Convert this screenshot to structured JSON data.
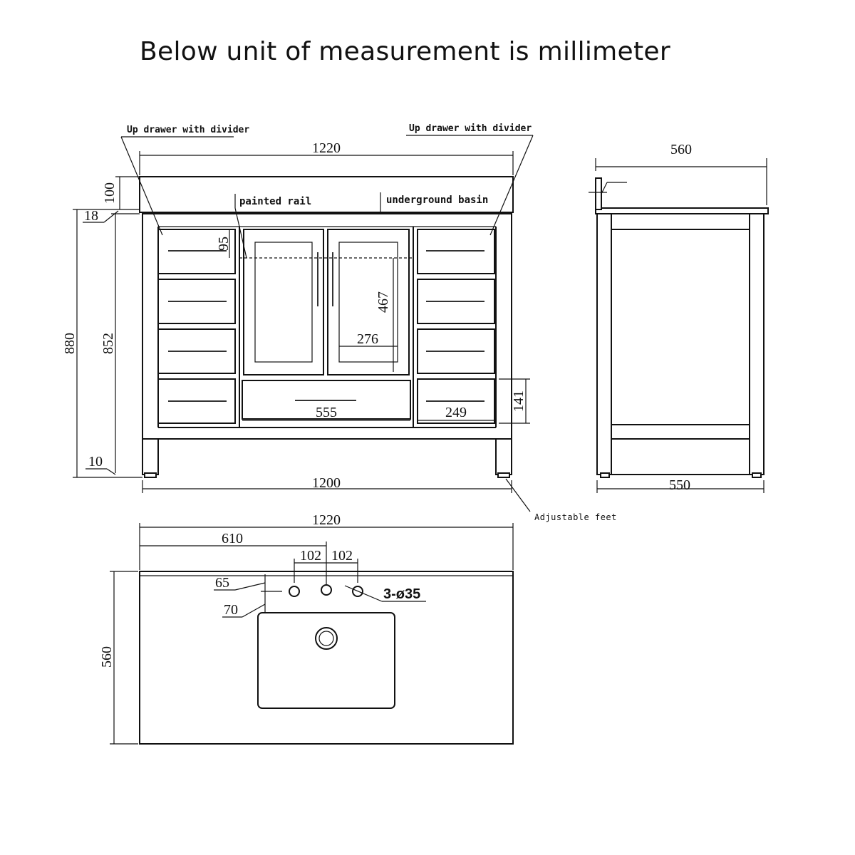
{
  "title": "Below unit of measurement is millimeter",
  "notes": {
    "up_drawer_left": "Up drawer with divider",
    "up_drawer_right": "Up drawer with divider",
    "painted_rail": "painted rail",
    "underground_basin": "underground basin",
    "adjustable_feet": "Adjustable feet",
    "holes": "3-ø35"
  },
  "front_view": {
    "top_width": "1220",
    "backsplash_height": "100",
    "top_thickness": "18",
    "total_height": "880",
    "cabinet_height": "852",
    "foot_height": "10",
    "rail_height": "95",
    "door_height": "467",
    "door_width": "276",
    "center_drawer_width": "555",
    "side_drawer_width": "249",
    "drawer_height": "141",
    "base_width": "1200"
  },
  "side_view": {
    "top_depth": "560",
    "base_depth": "550"
  },
  "top_view": {
    "top_width": "1220",
    "center_offset": "610",
    "hole_spacing_left": "102",
    "hole_spacing_right": "102",
    "hole_offset": "65",
    "basin_offset": "70",
    "top_depth": "560"
  }
}
